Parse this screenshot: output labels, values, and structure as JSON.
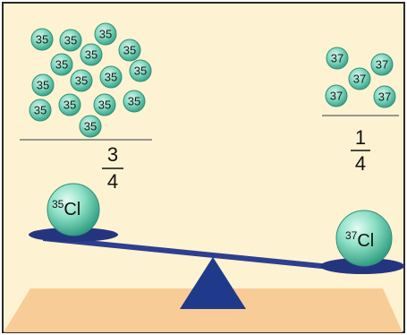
{
  "left_group": {
    "atoms": [
      "35",
      "35",
      "35",
      "35",
      "35",
      "35",
      "35",
      "35",
      "35",
      "35",
      "35",
      "35",
      "35",
      "35",
      "35"
    ],
    "fraction": {
      "numerator": "3",
      "denominator": "4"
    }
  },
  "right_group": {
    "atoms": [
      "37",
      "37",
      "37",
      "37",
      "37"
    ],
    "fraction": {
      "numerator": "1",
      "denominator": "4"
    }
  },
  "left_ball": {
    "mass_number": "35",
    "symbol": "Cl"
  },
  "right_ball": {
    "mass_number": "37",
    "symbol": "Cl"
  },
  "colors": {
    "background": "#fdf3d2",
    "border": "#2a2a2a",
    "atom_fill": "#6fd0b6",
    "atom_stroke": "#2f8f7a",
    "beam": "#2e3f8f",
    "fulcrum": "#1f3a8a",
    "floor": "#f8cc96"
  }
}
